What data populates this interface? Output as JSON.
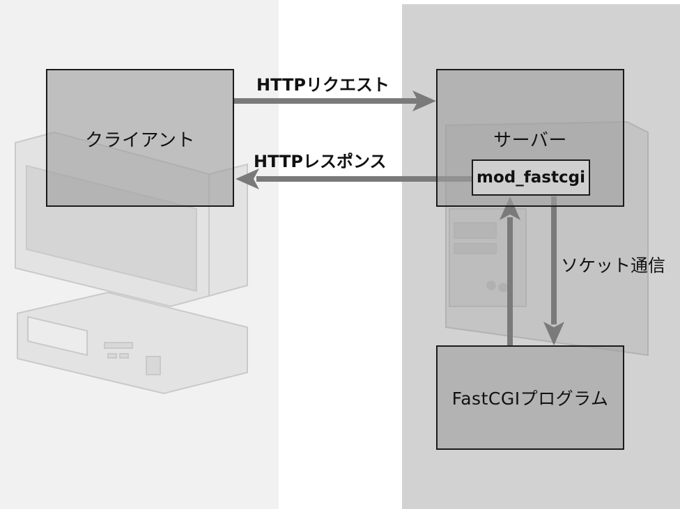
{
  "client": {
    "label": "クライアント"
  },
  "server": {
    "label": "サーバー",
    "module": "mod_fastcgi"
  },
  "fastcgi_program": {
    "label": "FastCGIプログラム"
  },
  "arrows": {
    "request": "HTTPリクエスト",
    "response": "HTTPレスポンス",
    "socket": "ソケット通信"
  },
  "colors": {
    "left_background": "#f1f1f1",
    "right_background": "#d2d2d2",
    "box_fill": "#a0a0a0",
    "arrow": "#7a7a7a",
    "border": "#1a1a1a"
  }
}
